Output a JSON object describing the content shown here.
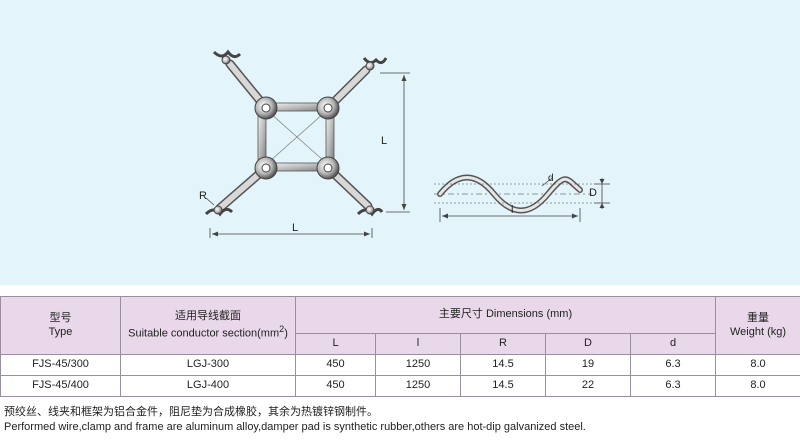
{
  "drawing": {
    "label_R": "R",
    "label_L_horizontal": "L",
    "label_L_vertical": "L",
    "label_d": "d",
    "label_D": "D",
    "label_l": "l"
  },
  "table": {
    "type_zh": "型号",
    "type_en": "Type",
    "section_zh": "适用导线截面",
    "section_en_prefix": "Suitable conductor section(mm",
    "section_en_sup": "2",
    "section_en_suffix": ")",
    "dimensions_label": "主要尺寸 Dimensions (mm)",
    "dim_cols": [
      "L",
      "l",
      "R",
      "D",
      "d"
    ],
    "weight_zh": "重量",
    "weight_en": "Weight (kg)",
    "rows": [
      {
        "type": "FJS-45/300",
        "section": "LGJ-300",
        "L": "450",
        "l": "1250",
        "R": "14.5",
        "D": "19",
        "d": "6.3",
        "weight": "8.0"
      },
      {
        "type": "FJS-45/400",
        "section": "LGJ-400",
        "L": "450",
        "l": "1250",
        "R": "14.5",
        "D": "22",
        "d": "6.3",
        "weight": "8.0"
      }
    ]
  },
  "notes": {
    "zh": "预绞丝、线夹和框架为铝合金件，阻尼垫为合成橡胶，其余为热镀锌钢制件。",
    "en": "Performed wire,clamp and frame are aluminum alloy,damper pad is synthetic rubber,others are hot-dip galvanized steel."
  }
}
